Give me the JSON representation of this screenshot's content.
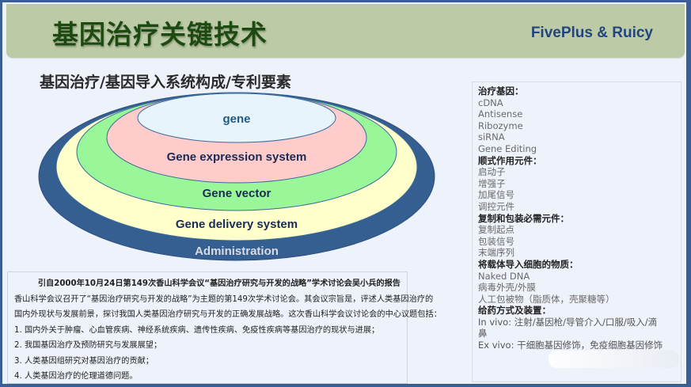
{
  "header": {
    "title": "基因治疗关键技术",
    "brand": "FivePlus & Ruicy"
  },
  "subtitle": "基因治疗/基因导入系统构成/专利要素",
  "diagram": {
    "layers": [
      {
        "name": "administration",
        "label": "Administration",
        "fill": "#355e91",
        "text_color": "#d9dce3"
      },
      {
        "name": "gene-delivery-system",
        "label": "Gene delivery system",
        "fill": "#ffffcc",
        "text_color": "#1b2b55"
      },
      {
        "name": "gene-vector",
        "label": "Gene vector",
        "fill": "#99f799",
        "text_color": "#1b2b55"
      },
      {
        "name": "gene-expression-system",
        "label": "Gene expression system",
        "fill": "#ffcccc",
        "text_color": "#1b2b55"
      },
      {
        "name": "gene",
        "label": "gene",
        "fill": "#e8f4fc",
        "text_color": "#1f5a8a"
      }
    ]
  },
  "sidepanel": {
    "sections": [
      {
        "heading": "治疗基因：",
        "items": [
          "cDNA",
          "Antisense",
          "Ribozyme",
          "siRNA",
          "Gene Editing"
        ]
      },
      {
        "heading": "顺式作用元件：",
        "items": [
          "启动子",
          "增强子",
          "加尾信号",
          "调控元件"
        ]
      },
      {
        "heading": "复制和包装必需元件：",
        "items": [
          "复制起点",
          "包装信号",
          "末端序列"
        ]
      },
      {
        "heading": "将载体导入细胞的物质：",
        "items": [
          "Naked DNA",
          "病毒外壳/外膜",
          "人工包被物（脂质体，壳聚糖等）"
        ]
      },
      {
        "heading": "给药方式及装置：",
        "items": [
          "In vivo: 注射/基因枪/导管介入/口服/吸入/滴",
          "鼻",
          "Ex vivo: 干细胞基因修饰，免疫细胞基因修饰"
        ]
      }
    ]
  },
  "quote": {
    "heading": "引自2000年10月24日第149次香山科学会议“基因治疗研究与开发的战略”学术讨论会吴小兵的报告",
    "body": [
      "香山科学会议召开了“基因治疗研究与开发的战略”为主题的第149次学术讨论会。其会议宗旨是，评述人类基因治疗的",
      "国内外现状与发展前景，探讨我国人类基因治疗研究与开发的正确发展战略。这次香山科学会议讨论会的中心议题包括："
    ],
    "items": [
      "1.  国内外关于肿瘤、心血管疾病、神经系统疾病、遗传性疾病、免疫性疾病等基因治疗的现状与进展；",
      "2.  我国基因治疗及预防研究与发展展望；",
      "3.  人类基因组研究对基因治疗的贡献；",
      "4.  人类基因治疗的伦理道德问题。"
    ]
  }
}
